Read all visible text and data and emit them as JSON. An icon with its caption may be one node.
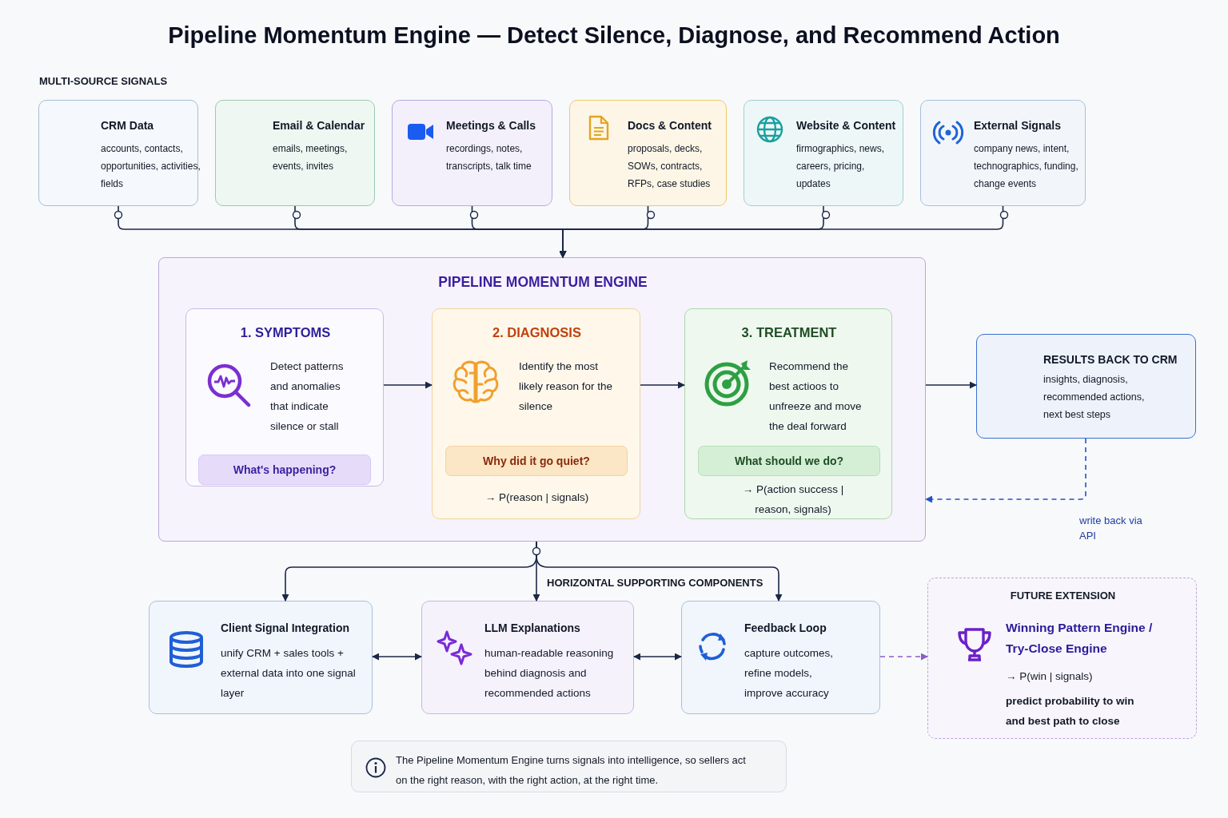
{
  "diagram": {
    "title": "Pipeline Momentum Engine — Detect Silence, Diagnose, and Recommend Action",
    "nodes": [
      {
        "text": [
          "CRM Data",
          "accounts, contacts, opportunities, activities, fields"
        ]
      },
      {
        "text": [
          "Email & Calendar",
          "emails, meetings, events, invites"
        ]
      },
      {
        "text": [
          "Meetings & Calls",
          "recordings, notes, transcripts, talk time"
        ]
      },
      {
        "text": [
          "Docs & Content",
          "proposals, decks, SOWs, contracts, RFPs, case studies"
        ]
      },
      {
        "text": [
          "Website & Content",
          "firmographics, news, careers, pricing, updates"
        ]
      },
      {
        "text": [
          "External Signals",
          "company news, intent, technographics, funding, change events"
        ]
      },
      {
        "text": [
          "PIPELINE MOMENTUM ENGINE"
        ]
      },
      {
        "text": [
          "1. SYMPTOMS",
          "Detect patterns and anomalies that indicate silence or stall"
        ],
        "in": 6
      },
      {
        "text": [
          "What's happening?"
        ],
        "in": 7
      },
      {
        "text": [
          "2. DIAGNOSIS",
          "Identify the most likely reason for the silence",
          "→ P(reason | signals)"
        ],
        "in": 6
      },
      {
        "text": [
          "Why did it go quiet?"
        ],
        "in": 9
      },
      {
        "text": [
          "3. TREATMENT",
          "Recommend the best actioos to unfreeze and move the deal forward",
          "→ P(action success | reason, signals)"
        ],
        "in": 6
      },
      {
        "text": [
          "What should we do?"
        ],
        "in": 11
      },
      {
        "text": [
          "RESULTS BACK TO CRM",
          "insights, diagnosis, recommended actions, next best steps"
        ]
      },
      {
        "text": [
          "Client Signal Integration",
          "unify CRM + sales tools + external data into one signal layer"
        ]
      },
      {
        "text": [
          "LLM Explanations",
          "human-readable reasoning behind diagnosis and recommended actions"
        ]
      },
      {
        "text": [
          "Feedback Loop",
          "capture outcomes, refine models, improve accuracy"
        ]
      },
      {
        "text": [
          "FUTURE EXTENSION",
          "Winning Pattern Engine / Try-Close Engine",
          "→ P(win | signals)",
          "predict probability to win and best path to close"
        ]
      },
      {
        "text": [
          "The Pipeline Momentum Engine turns signals into intelligence, so sellers act on the right reason, with the right action, at the right time."
        ]
      }
    ],
    "edges": [
      {
        "from": 0,
        "to": 6,
        "arrow": "to"
      },
      {
        "from": 1,
        "to": 6,
        "arrow": "to"
      },
      {
        "from": 2,
        "to": 6,
        "arrow": "to"
      },
      {
        "from": 3,
        "to": 6,
        "arrow": "to"
      },
      {
        "from": 4,
        "to": 6,
        "arrow": "to"
      },
      {
        "from": 5,
        "to": 6,
        "arrow": "to"
      },
      {
        "from": 7,
        "to": 9,
        "arrow": "to"
      },
      {
        "from": 9,
        "to": 11,
        "arrow": "to"
      },
      {
        "from": 6,
        "to": 13,
        "arrow": "to"
      },
      {
        "from": 13,
        "to": 6,
        "arrow": "to",
        "label": "write back via API",
        "style": "dashed",
        "color": "#2452c8"
      },
      {
        "from": 6,
        "to": 14,
        "arrow": "to"
      },
      {
        "from": 6,
        "to": 15,
        "arrow": "to"
      },
      {
        "from": 6,
        "to": 16,
        "arrow": "to"
      },
      {
        "from": 14,
        "to": 15,
        "arrow": "both"
      },
      {
        "from": 15,
        "to": 16,
        "arrow": "both"
      },
      {
        "from": 16,
        "to": 17,
        "arrow": "to",
        "style": "dashed",
        "color": "#8b5cc8"
      }
    ],
    "labels": [
      "MULTI-SOURCE SIGNALS",
      "HORIZONTAL SUPPORTING COMPONENTS"
    ]
  }
}
